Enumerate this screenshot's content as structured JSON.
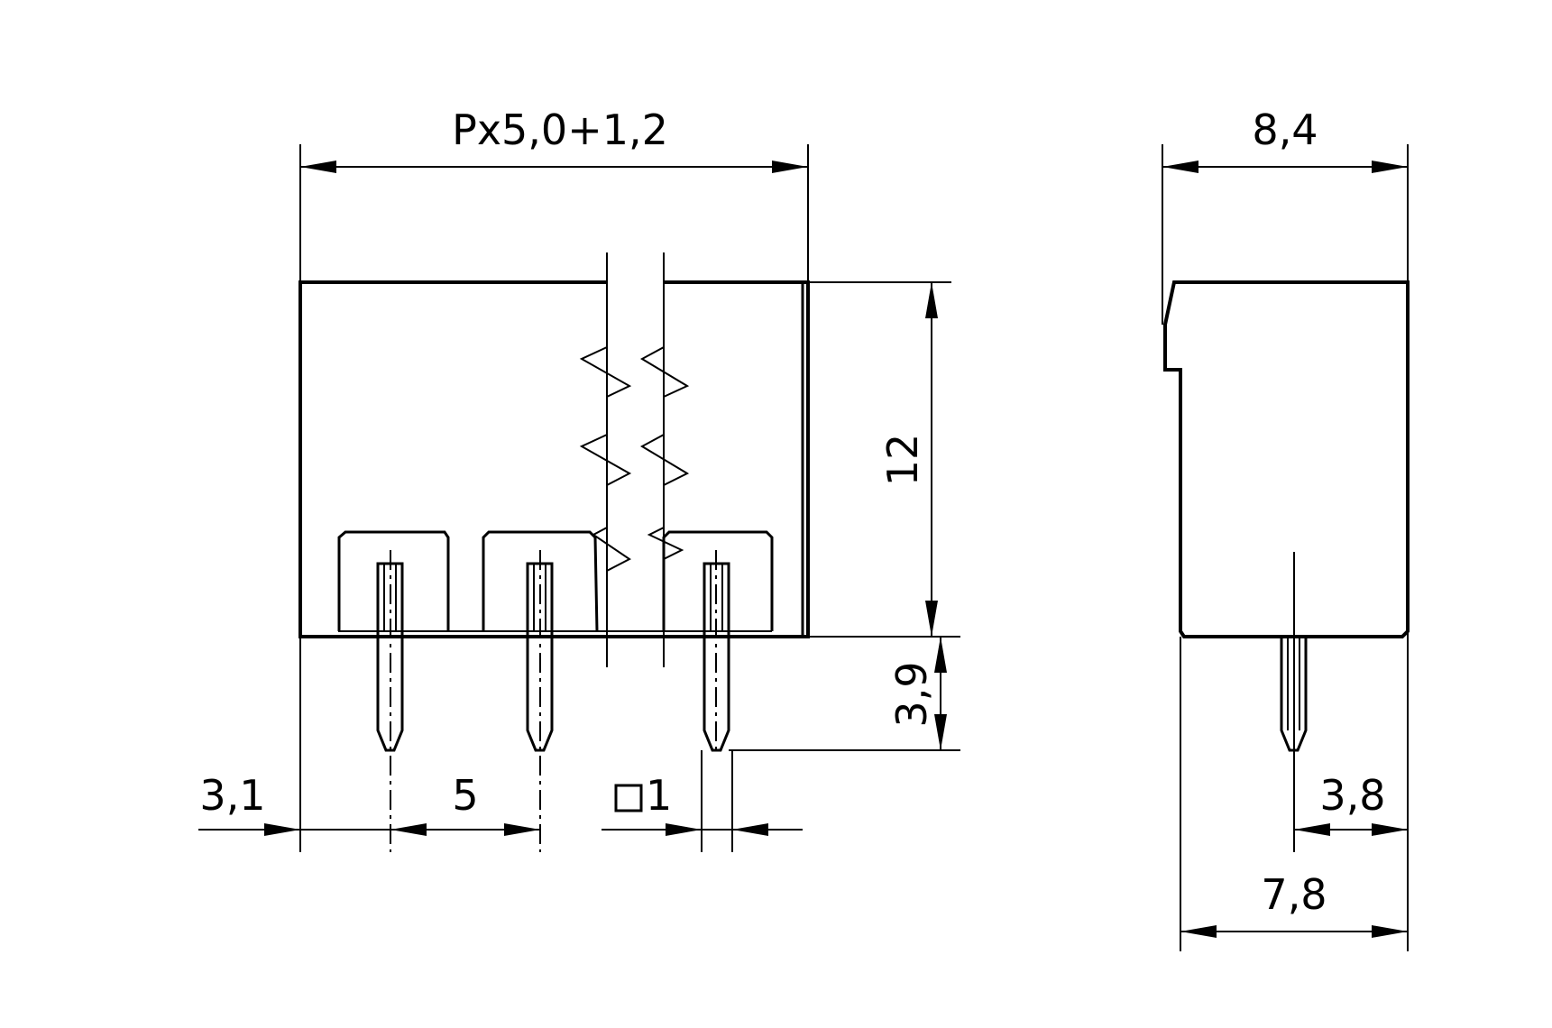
{
  "dimensions": {
    "overall_width": "Px5,0+1,2",
    "side_width": "8,4",
    "height": "12",
    "pin_length": "3,9",
    "edge_to_first_pin": "3,1",
    "pitch": "5",
    "pin_square": "1",
    "side_pin_offset": "3,8",
    "side_base_width": "7,8"
  },
  "icons": {
    "square_symbol": "square-icon"
  },
  "colors": {
    "line": "#000000",
    "background": "#ffffff"
  }
}
